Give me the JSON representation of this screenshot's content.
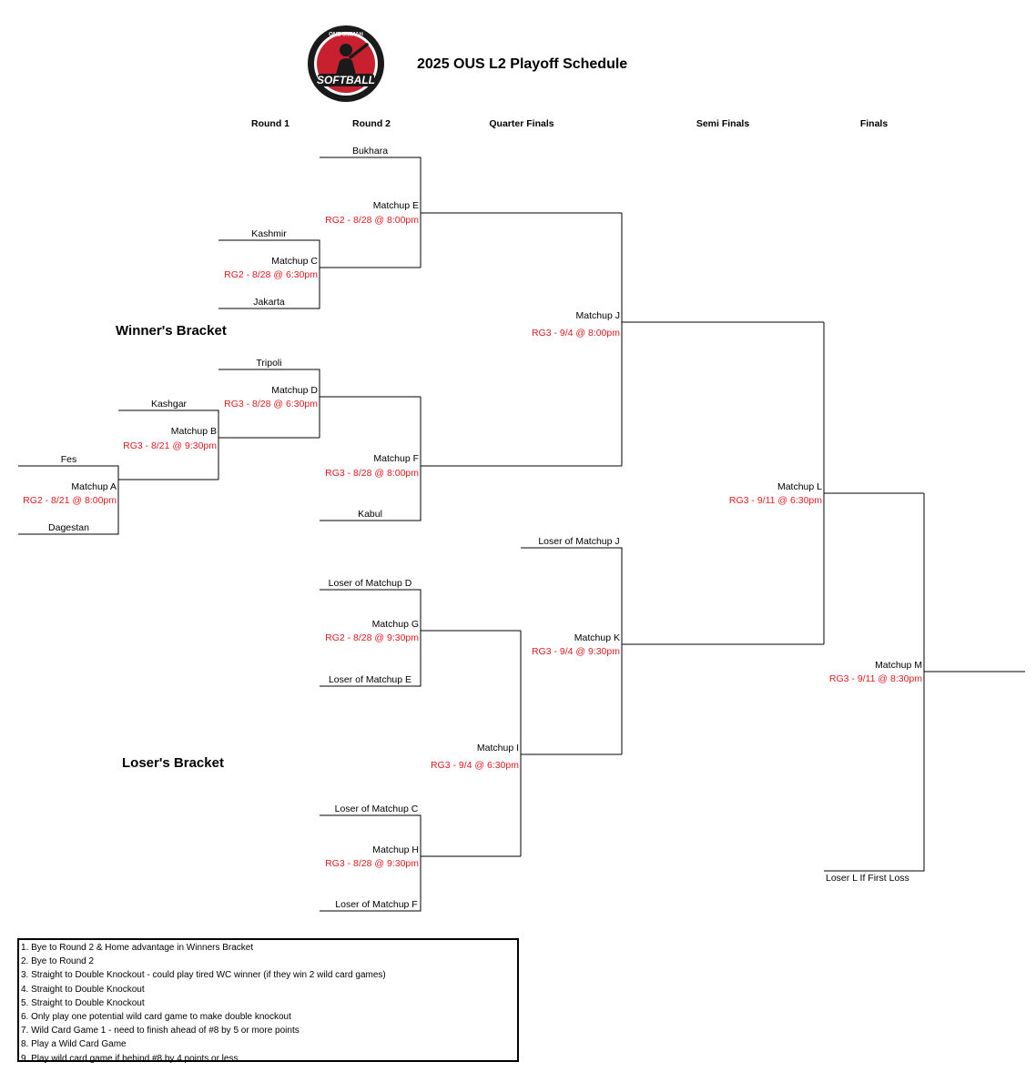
{
  "title": "2025 OUS L2 Playoff Schedule",
  "logo": {
    "top_text": "ONE UMMAH",
    "main_text": "SOFTBALL",
    "colors": {
      "ring": "#1a1a1a",
      "red": "#c8202e",
      "white": "#ffffff"
    }
  },
  "rounds": [
    "Round 1",
    "Round 2",
    "Quarter Finals",
    "Semi Finals",
    "Finals"
  ],
  "sections": {
    "winners": "Winner's Bracket",
    "losers": "Loser's Bracket"
  },
  "teams": {
    "bukhara": "Bukhara",
    "kashmir": "Kashmir",
    "jakarta": "Jakarta",
    "tripoli": "Tripoli",
    "kashgar": "Kashgar",
    "fes": "Fes",
    "dagestan": "Dagestan",
    "kabul": "Kabul",
    "loser_j": "Loser of Matchup J",
    "loser_d": "Loser of Matchup D",
    "loser_e": "Loser of Matchup E",
    "loser_c": "Loser of Matchup C",
    "loser_f": "Loser of Matchup F",
    "loser_l": "Loser L If First Loss"
  },
  "matchups": {
    "a": {
      "name": "Matchup A",
      "time": "RG2 - 8/21 @ 8:00pm"
    },
    "b": {
      "name": "Matchup B",
      "time": "RG3 - 8/21 @ 9:30pm"
    },
    "c": {
      "name": "Matchup C",
      "time": "RG2 - 8/28 @ 6:30pm"
    },
    "d": {
      "name": "Matchup D",
      "time": "RG3 - 8/28 @ 6:30pm"
    },
    "e": {
      "name": "Matchup E",
      "time": "RG2 - 8/28 @ 8:00pm"
    },
    "f": {
      "name": "Matchup F",
      "time": "RG3 - 8/28 @ 8:00pm"
    },
    "g": {
      "name": "Matchup G",
      "time": "RG2 - 8/28 @ 9:30pm"
    },
    "h": {
      "name": "Matchup H",
      "time": "RG3 - 8/28 @ 9:30pm"
    },
    "i": {
      "name": "Matchup I",
      "time": "RG3 - 9/4 @ 6:30pm"
    },
    "j": {
      "name": "Matchup J",
      "time": "RG3 - 9/4 @ 8:00pm"
    },
    "k": {
      "name": "Matchup K",
      "time": "RG3 - 9/4 @ 9:30pm"
    },
    "l": {
      "name": "Matchup L",
      "time": "RG3 - 9/11 @ 6:30pm"
    },
    "m": {
      "name": "Matchup M",
      "time": "RG3 - 9/11 @ 8:30pm"
    }
  },
  "notes": [
    "1. Bye to Round 2 & Home advantage in Winners Bracket",
    "2. Bye to Round 2",
    "3. Straight to Double Knockout - could play tired WC winner (if they win 2 wild card games)",
    "4. Straight to Double Knockout",
    "5. Straight to Double Knockout",
    "6. Only play one potential wild card game to make double knockout",
    "7. Wild Card Game 1 - need to finish ahead of #8 by 5 or more points",
    "8. Play a Wild Card Game",
    "9. Play wild card game if behind #8 by 4 points or less"
  ],
  "colors": {
    "schedule_text": "#e8191f",
    "lines": "#000000"
  }
}
